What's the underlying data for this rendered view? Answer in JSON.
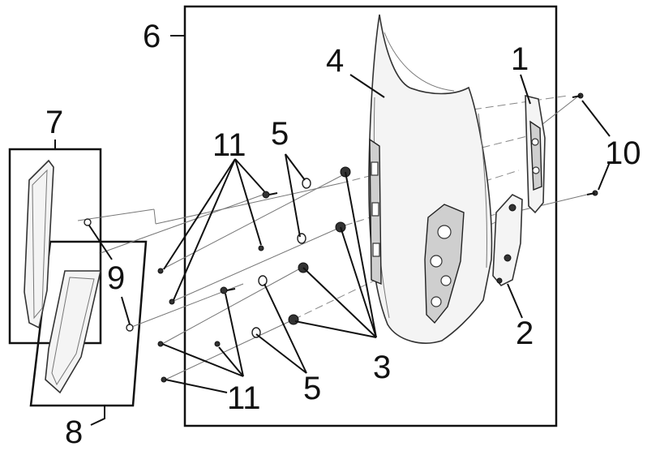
{
  "callouts": {
    "c1": "1",
    "c2": "2",
    "c3": "3",
    "c4": "4",
    "c5_top": "5",
    "c5_bottom": "5",
    "c6": "6",
    "c7": "7",
    "c8": "8",
    "c9": "9",
    "c10": "10",
    "c11_top": "11",
    "c11_bottom": "11"
  }
}
